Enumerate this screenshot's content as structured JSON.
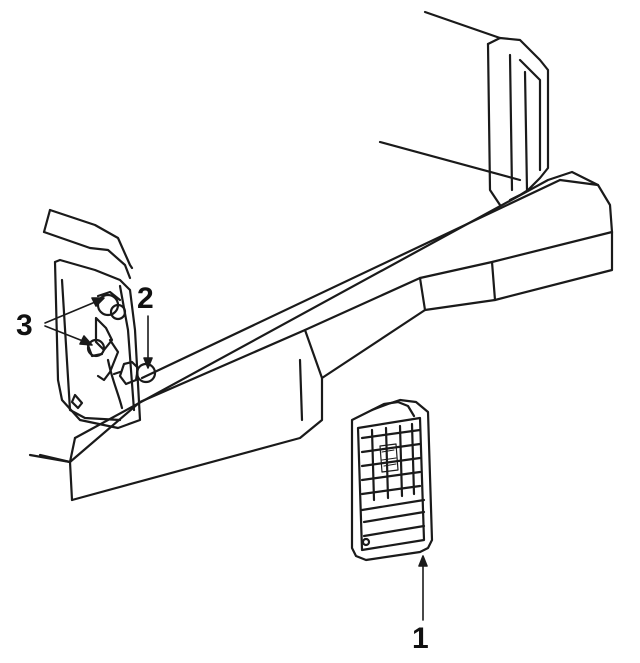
{
  "diagram": {
    "callouts": {
      "part_1": "1",
      "part_2": "2",
      "part_3": "3"
    },
    "colors": {
      "line": "#1a1a1a",
      "background": "#ffffff"
    },
    "icons": [
      "tail-lamp-assembly-icon",
      "bulb-icon",
      "bulb-socket-icon"
    ]
  }
}
